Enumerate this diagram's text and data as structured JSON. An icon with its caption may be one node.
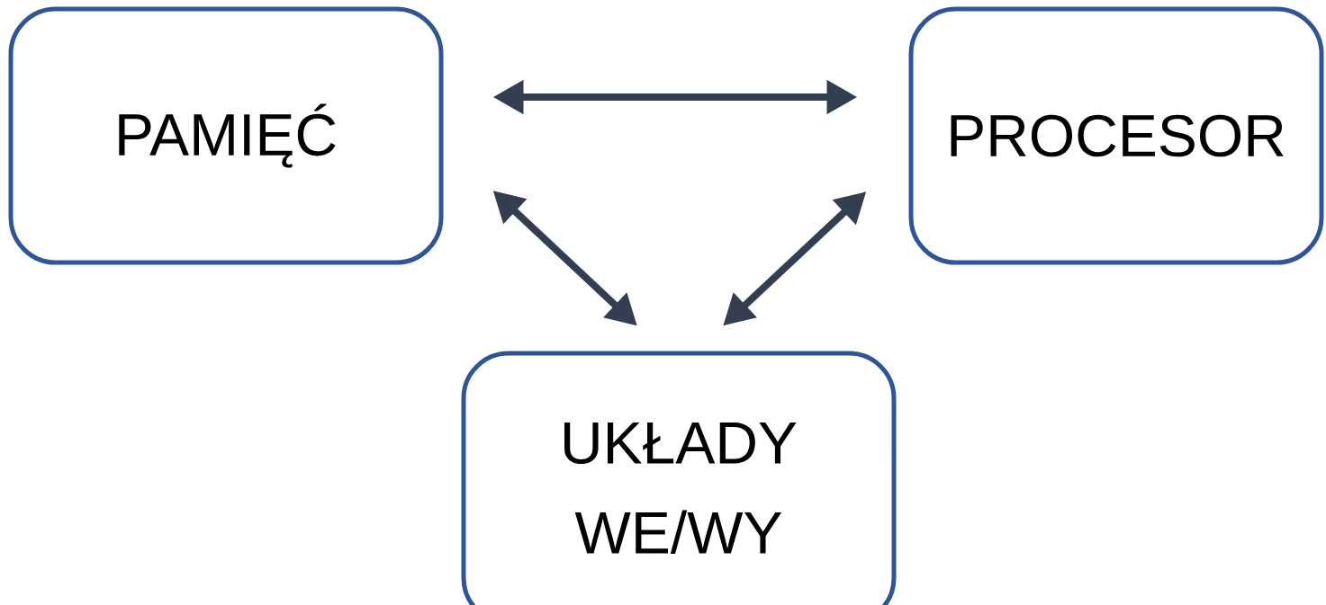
{
  "diagram": {
    "nodes": [
      {
        "text": [
          "PAMIĘĆ"
        ]
      },
      {
        "text": [
          "PROCESOR"
        ]
      },
      {
        "text": [
          "UKŁADY WE/WY"
        ]
      }
    ],
    "edges": [
      {
        "from": 0,
        "to": 1,
        "arrow": "both"
      },
      {
        "from": 0,
        "to": 2,
        "arrow": "both"
      },
      {
        "from": 1,
        "to": 2,
        "arrow": "both"
      }
    ]
  }
}
